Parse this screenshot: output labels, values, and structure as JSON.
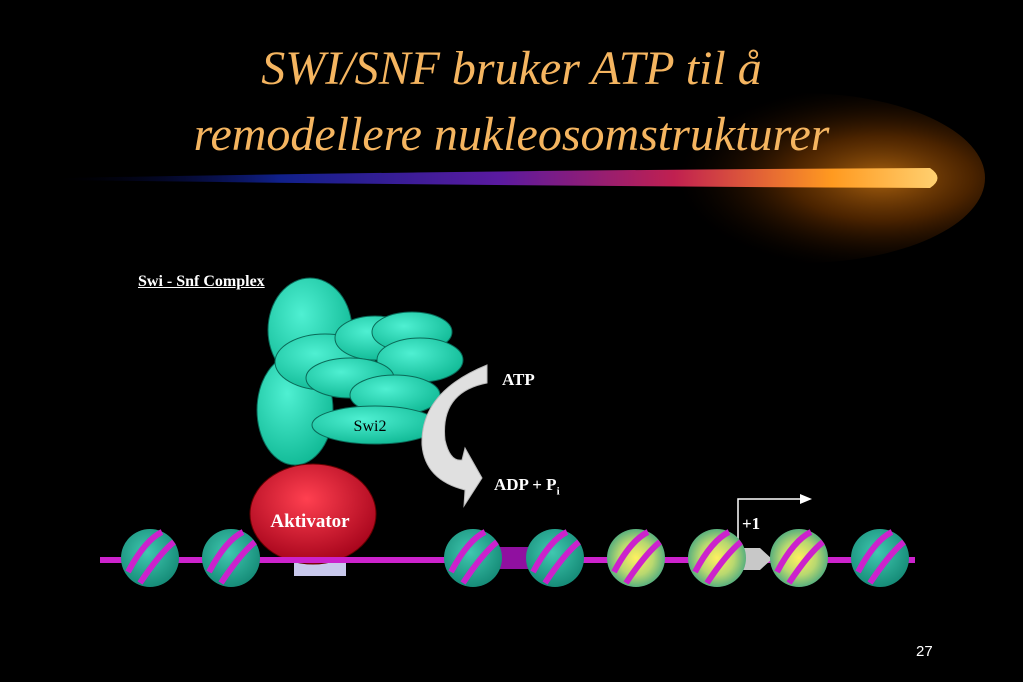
{
  "slide": {
    "title_line_1": "SWI/SNF bruker ATP til å",
    "title_line_2": "remodellere nukleosomstrukturer",
    "page_number": "27"
  },
  "diagram": {
    "complex_label": "Swi - Snf Complex",
    "subunit_label": "Swi2",
    "activator_label": "Aktivator",
    "atp_label": "ATP",
    "adp_label": "ADP + P",
    "adp_subscript": "i",
    "tss_label": "+1"
  },
  "colors": {
    "title": "#f5b560",
    "complex": "#1fd6b4",
    "activator": "#d8102a",
    "dna": "#cc22cc",
    "nucleosome": "#27b49a",
    "background": "#000000"
  }
}
